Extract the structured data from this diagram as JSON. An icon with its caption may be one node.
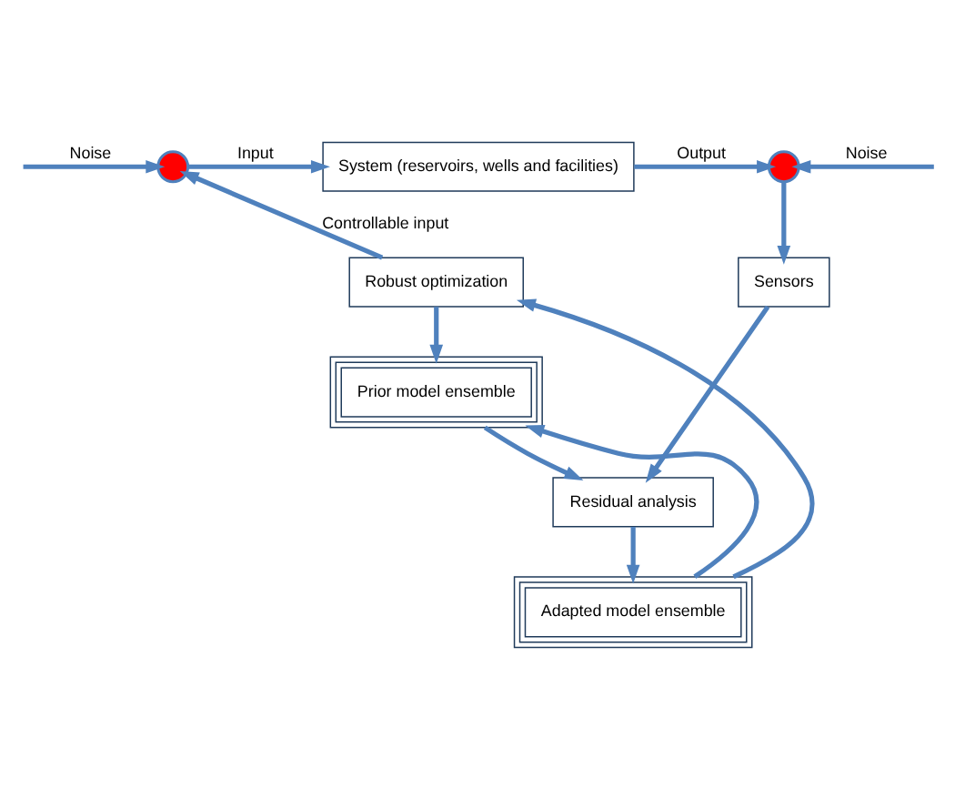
{
  "diagram": {
    "nodes": [
      {
        "text": [],
        "shape": "circle"
      },
      {
        "text": [
          "System (reservoirs, wells and facilities)"
        ]
      },
      {
        "text": [],
        "shape": "circle"
      },
      {
        "text": [
          "Sensors"
        ]
      },
      {
        "text": [
          "Robust optimization"
        ]
      },
      {
        "text": [
          "Prior model ensemble"
        ]
      },
      {
        "text": [
          "Residual analysis"
        ]
      },
      {
        "text": [
          "Adapted model ensemble"
        ]
      }
    ],
    "edges": [
      {
        "from": null,
        "to": 0,
        "arrow": "to",
        "label": "Noise"
      },
      {
        "from": 0,
        "to": 1,
        "arrow": "to",
        "label": "Input"
      },
      {
        "from": 1,
        "to": 2,
        "arrow": "to",
        "label": "Output"
      },
      {
        "from": null,
        "to": 2,
        "arrow": "to",
        "label": "Noise"
      },
      {
        "from": 2,
        "to": 3,
        "arrow": "to"
      },
      {
        "from": 4,
        "to": 0,
        "arrow": "to",
        "label": "Controllable input"
      },
      {
        "from": 4,
        "to": 5,
        "arrow": "to"
      },
      {
        "from": 5,
        "to": 6,
        "arrow": "to"
      },
      {
        "from": 3,
        "to": 6,
        "arrow": "to"
      },
      {
        "from": 6,
        "to": 7,
        "arrow": "to"
      },
      {
        "from": 7,
        "to": 5,
        "arrow": "to"
      },
      {
        "from": 7,
        "to": 4,
        "arrow": "to"
      }
    ]
  }
}
